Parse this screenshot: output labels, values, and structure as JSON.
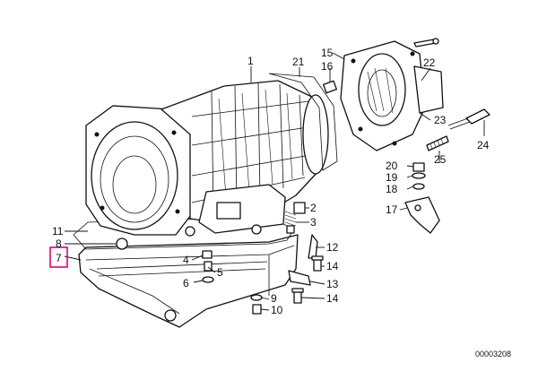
{
  "diagram": {
    "diagram_id": "00003208",
    "highlight_color": "#e0007a",
    "highlighted_callout": "7",
    "callouts": [
      {
        "label": "1"
      },
      {
        "label": "2"
      },
      {
        "label": "3"
      },
      {
        "label": "4"
      },
      {
        "label": "5"
      },
      {
        "label": "6"
      },
      {
        "label": "7"
      },
      {
        "label": "8"
      },
      {
        "label": "9"
      },
      {
        "label": "10"
      },
      {
        "label": "11"
      },
      {
        "label": "12"
      },
      {
        "label": "13"
      },
      {
        "label": "14"
      },
      {
        "label": "14"
      },
      {
        "label": "15"
      },
      {
        "label": "16"
      },
      {
        "label": "17"
      },
      {
        "label": "18"
      },
      {
        "label": "19"
      },
      {
        "label": "20"
      },
      {
        "label": "21"
      },
      {
        "label": "22"
      },
      {
        "label": "23"
      },
      {
        "label": "24"
      },
      {
        "label": "25"
      }
    ]
  }
}
